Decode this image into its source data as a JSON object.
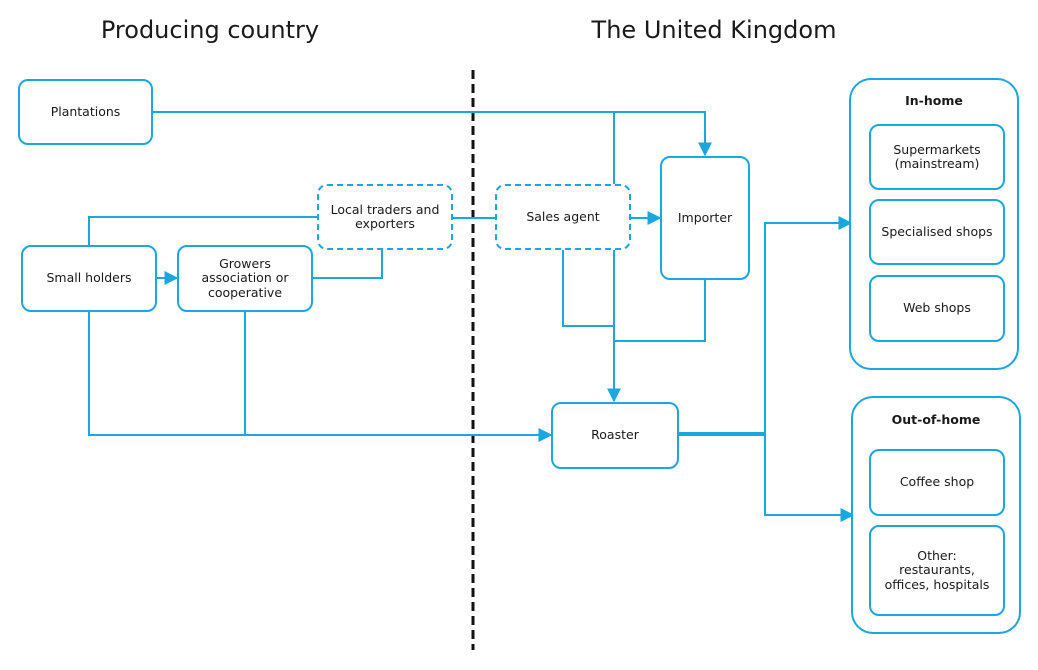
{
  "headings": {
    "left": "Producing country",
    "right": "The United Kingdom"
  },
  "nodes": {
    "plantations": "Plantations",
    "small_holders": "Small holders",
    "growers": "Growers\nassociation or\ncooperative",
    "local_traders": "Local traders and\nexporters",
    "sales_agent": "Sales agent",
    "importer": "Importer",
    "roaster": "Roaster"
  },
  "groups": {
    "in_home": {
      "title": "In-home",
      "items": [
        "Supermarkets\n(mainstream)",
        "Specialised shops",
        "Web shops"
      ]
    },
    "out_of_home": {
      "title": "Out-of-home",
      "items": [
        "Coffee shop",
        "Other:\nrestaurants,\noffices, hospitals"
      ]
    }
  },
  "colors": {
    "accent": "#1aa7e0",
    "divider": "#111111",
    "text": "#1a1a1a"
  }
}
